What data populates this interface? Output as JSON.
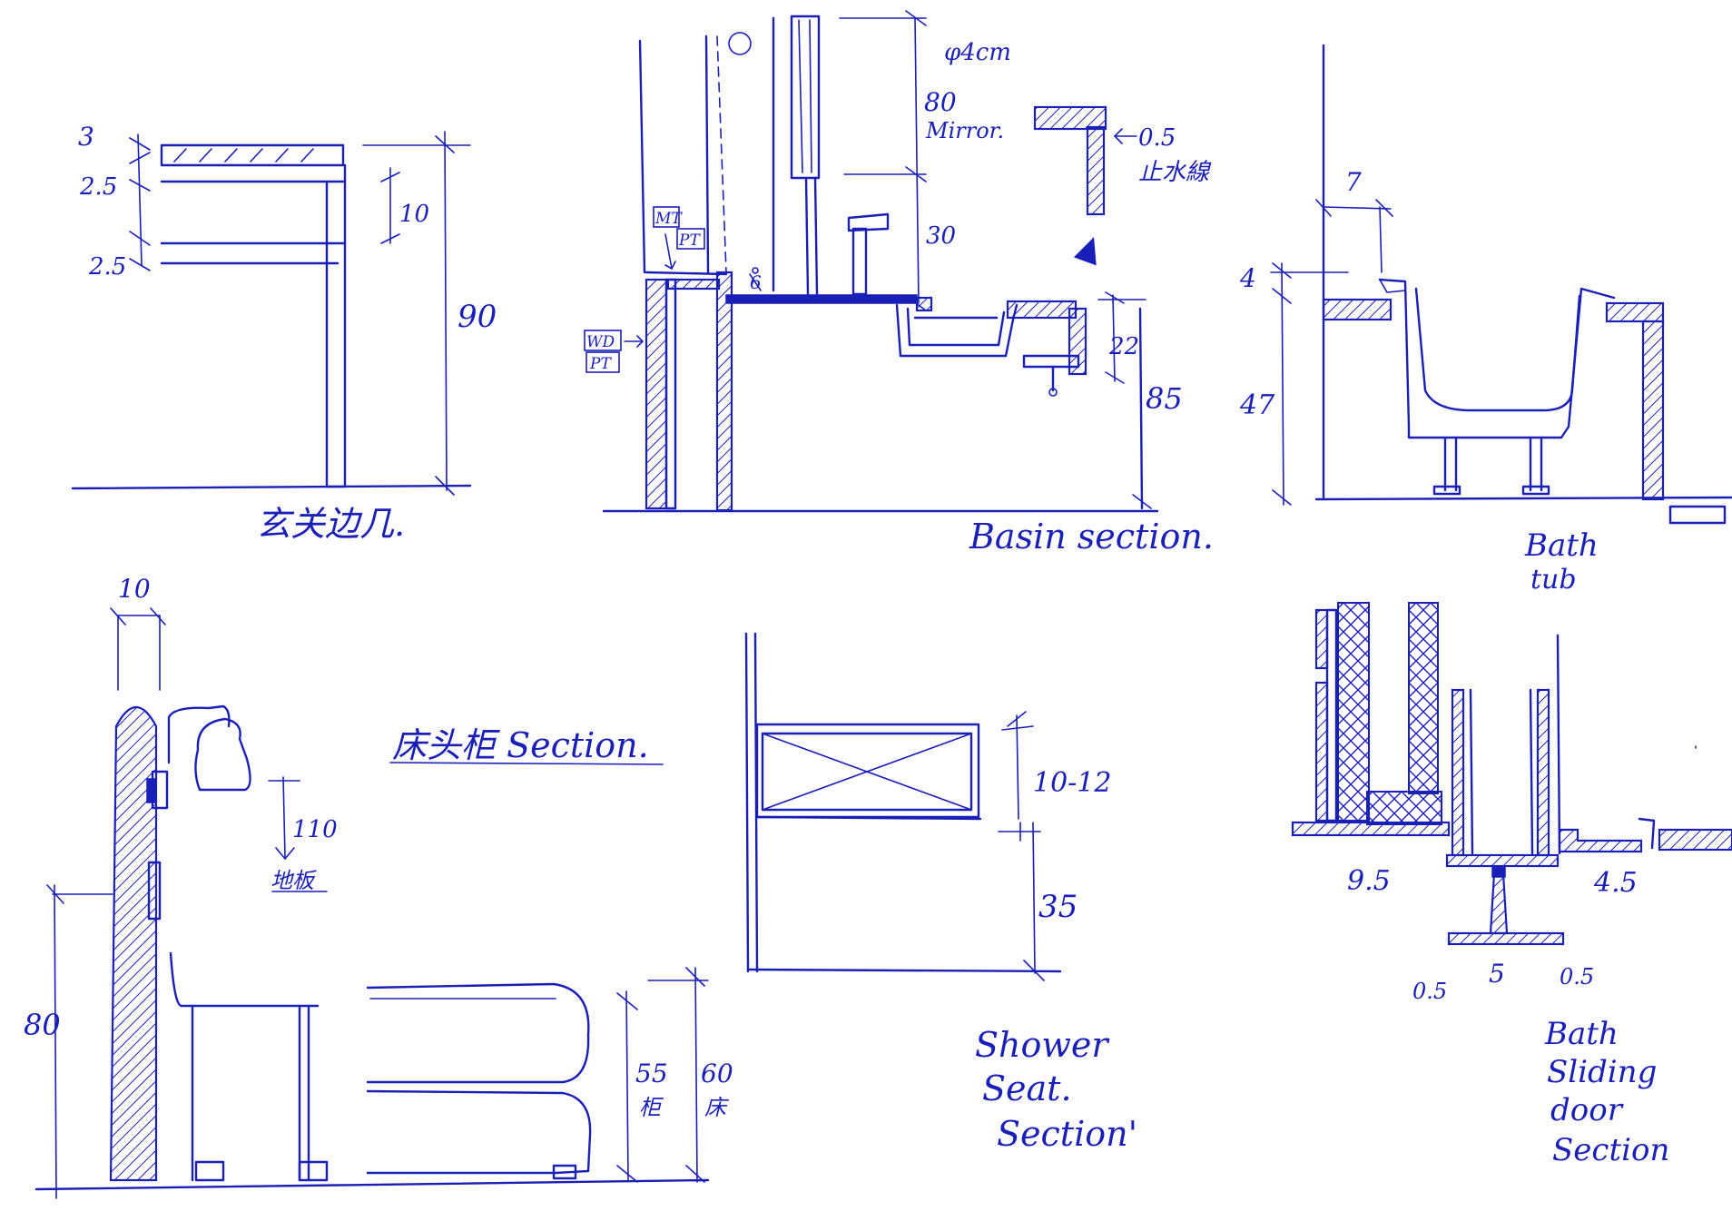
{
  "sheet": {
    "ink_color": "#1a1fb8",
    "background": "#ffffff"
  },
  "entry_section": {
    "title": "玄关边几.",
    "dims": {
      "top": "3",
      "board1": "2.5",
      "gap": "10",
      "board2": "2.5",
      "height": "90"
    }
  },
  "basin_section": {
    "title": "Basin section.",
    "dims": {
      "pipe": "φ4cm",
      "mirror": "80",
      "mirror_label": "Mirror.",
      "faucet": "30",
      "lip": "0.5",
      "lip_label": "止水線",
      "counter": "6",
      "sink": "22",
      "height": "85"
    },
    "tags": [
      "MT",
      "PT",
      "WD",
      "PT"
    ]
  },
  "bathtub_section": {
    "title_line1": "Bath",
    "title_line2": "tub",
    "dims": {
      "offset": "7",
      "ledge": "4",
      "height": "47"
    }
  },
  "bedside_section": {
    "title": "床头柜 Section.",
    "dims": {
      "width": "10",
      "lamp": "110",
      "lamp_ref": "地板",
      "headboard": "80",
      "cabinet": "55",
      "cabinet_label": "柜",
      "bed": "60",
      "bed_label": "床"
    }
  },
  "shower_seat_section": {
    "title_line1": "Shower",
    "title_line2": "Seat.",
    "title_line3": "Section'",
    "dims": {
      "seat": "10-12",
      "height": "35"
    }
  },
  "sliding_door_section": {
    "title_line1": "Bath",
    "title_line2": "Sliding",
    "title_line3": "door",
    "title_line4": "Section",
    "dims": {
      "left": "9.5",
      "right": "4.5",
      "flange_l": "0.5",
      "web": "5",
      "flange_r": "0.5"
    }
  }
}
